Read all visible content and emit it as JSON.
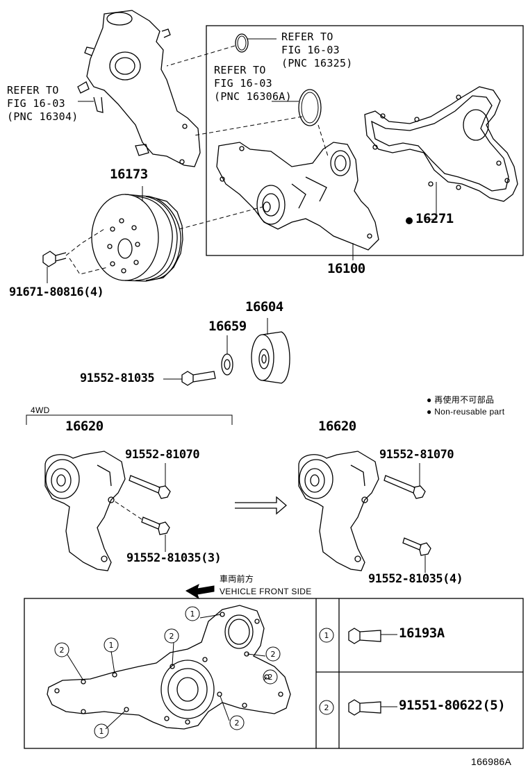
{
  "refs": {
    "ref_16304": [
      "REFER TO",
      "FIG 16-03",
      "(PNC 16304)"
    ],
    "ref_16306a": [
      "REFER TO",
      "FIG 16-03",
      "(PNC 16306A)"
    ],
    "ref_16325": [
      "REFER TO",
      "FIG 16-03",
      "(PNC 16325)"
    ]
  },
  "parts": {
    "p16173": "16173",
    "p16100": "16100",
    "p16271": "16271",
    "p91671": "91671-80816(4)",
    "p16604": "16604",
    "p16659": "16659",
    "p91552_81035_top": "91552-81035",
    "p16620_left": "16620",
    "p91552_81070_left": "91552-81070",
    "p91552_81035_3": "91552-81035(3)",
    "p16620_right": "16620",
    "p91552_81070_right": "91552-81070",
    "p91552_81035_4": "91552-81035(4)"
  },
  "legend": {
    "jp": "再使用不可部品",
    "en": "Non-reusable part"
  },
  "variant_label": "4WD",
  "front": {
    "jp": "車両前方",
    "en": "VEHICLE FRONT SIDE"
  },
  "table": {
    "row1": {
      "marker": "1",
      "part": "16193A"
    },
    "row2": {
      "marker": "2",
      "part": "91551-80622(5)"
    }
  },
  "gasket_markers": [
    "2",
    "1",
    "2",
    "1",
    "2",
    "2",
    "2",
    "1"
  ],
  "figure_id": "166986A"
}
